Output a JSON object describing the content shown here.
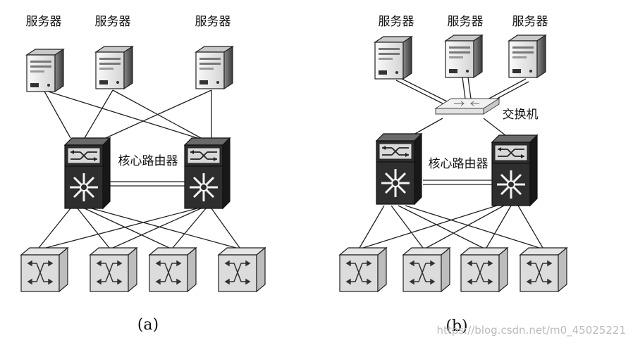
{
  "diagram_a": {
    "caption": "(a)",
    "servers": [
      "服务器",
      "服务器",
      "服务器"
    ],
    "core_router_label": "核心路由器"
  },
  "diagram_b": {
    "caption": "(b)",
    "servers": [
      "服务器",
      "服务器",
      "服务器"
    ],
    "switch_label": "交换机",
    "core_router_label": "核心路由器"
  },
  "watermark": "https://blog.csdn.net/m0_45025221"
}
